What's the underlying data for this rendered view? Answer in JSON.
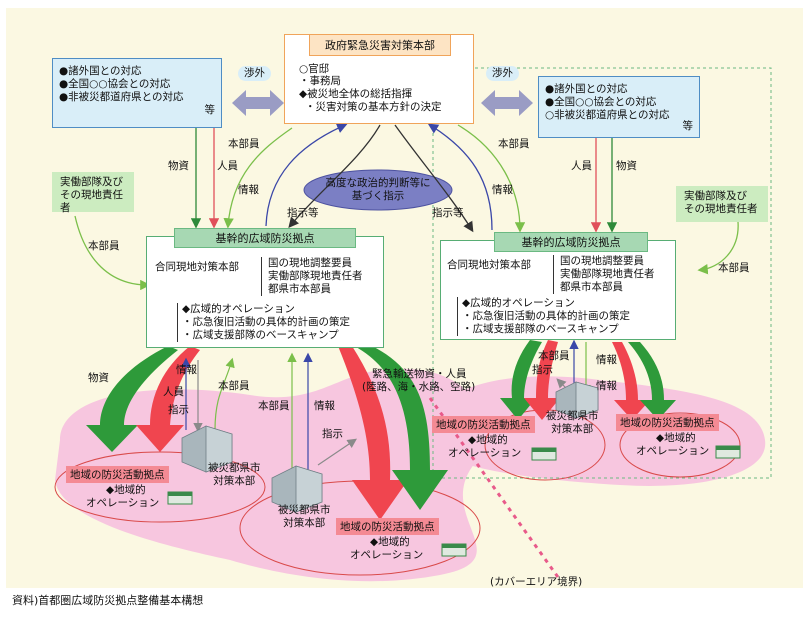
{
  "top_hq": {
    "title": "政府緊急災害対策本部",
    "lines": [
      "○官邸",
      "・事務局",
      "◆被災地全体の総括指揮",
      "・災害対策の基本方針の決定"
    ]
  },
  "shogai": "渉外",
  "left_blue": [
    "●諸外国との対応",
    "●全国○○協会との対応",
    "●非被災都道府県との対応"
  ],
  "right_blue": [
    "●諸外国との対応",
    "●全国○○協会との対応",
    "○非被災都道府県との対応"
  ],
  "tou": "等",
  "judgement": [
    "高度な政治的判断等に",
    "基づく指示"
  ],
  "labels": {
    "honbuin": "本部員",
    "busshi": "物資",
    "jinin": "人員",
    "jouhou": "情報",
    "shiji": "指示",
    "shijitou": "指示等",
    "kinkyu": [
      "緊急輸送物資・人員",
      "(陸路、海・水路、空路)"
    ]
  },
  "unit_box": [
    "実働部隊及び",
    "その現地責任者"
  ],
  "base": {
    "header": "基幹的広域防災拠点",
    "hq_label": "合同現地対策本部",
    "hq_members": [
      "国の現地調整要員",
      "実働部隊現地責任者",
      "都県市本部員"
    ],
    "ops": [
      "◆広域的オペレーション",
      "・応急復旧活動の具体的計画の策定",
      "・広域支援部隊のベースキャンプ"
    ]
  },
  "regional": {
    "title": "地域の防災活動拠点",
    "ops": [
      "◆地域的",
      "オペレーション"
    ]
  },
  "city_hq": [
    "被災都県市",
    "対策本部"
  ],
  "cover_area": "(カバーエリア境界)",
  "source": "資料)首都圏広域防災拠点整備基本構想",
  "colors": {
    "green_arrow": "#2e9a3a",
    "red_arrow": "#f0454f",
    "pink_area": "#f7c6df",
    "gray_blue_arrow": "#9a9cc4"
  }
}
